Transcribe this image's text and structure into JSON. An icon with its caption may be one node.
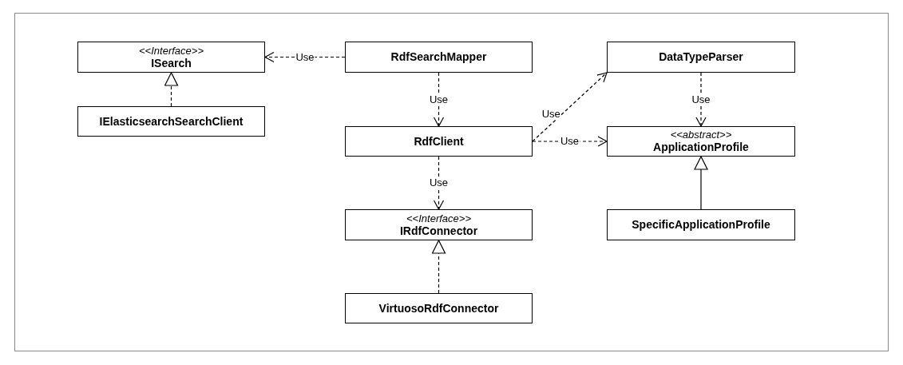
{
  "diagram": {
    "nodes": [
      {
        "text": [
          "<<Interface>>",
          "ISearch"
        ]
      },
      {
        "text": [
          "RdfSearchMapper"
        ]
      },
      {
        "text": [
          "DataTypeParser"
        ]
      },
      {
        "text": [
          "IElasticsearchSearchClient"
        ]
      },
      {
        "text": [
          "RdfClient"
        ]
      },
      {
        "text": [
          "<<abstract>>",
          "ApplicationProfile"
        ]
      },
      {
        "text": [
          "<<Interface>>",
          "IRdfConnector"
        ]
      },
      {
        "text": [
          "SpecificApplicationProfile"
        ]
      },
      {
        "text": [
          "VirtuosoRdfConnector"
        ]
      }
    ],
    "edges": [
      {
        "from": 1,
        "to": 0,
        "arrow": "to",
        "label": "Use",
        "style": "dashed"
      },
      {
        "from": 1,
        "to": 4,
        "arrow": "to",
        "label": "Use",
        "style": "dashed"
      },
      {
        "from": 4,
        "to": 2,
        "arrow": "to",
        "label": "Use",
        "style": "dashed"
      },
      {
        "from": 4,
        "to": 5,
        "arrow": "to",
        "label": "Use",
        "style": "dashed"
      },
      {
        "from": 2,
        "to": 5,
        "arrow": "to",
        "label": "Use",
        "style": "dashed"
      },
      {
        "from": 4,
        "to": 6,
        "arrow": "to",
        "label": "Use",
        "style": "dashed"
      },
      {
        "from": 3,
        "to": 0,
        "arrow": "to",
        "style": "dashed"
      },
      {
        "from": 8,
        "to": 6,
        "arrow": "to",
        "style": "dashed"
      },
      {
        "from": 7,
        "to": 5,
        "arrow": "to"
      }
    ]
  }
}
